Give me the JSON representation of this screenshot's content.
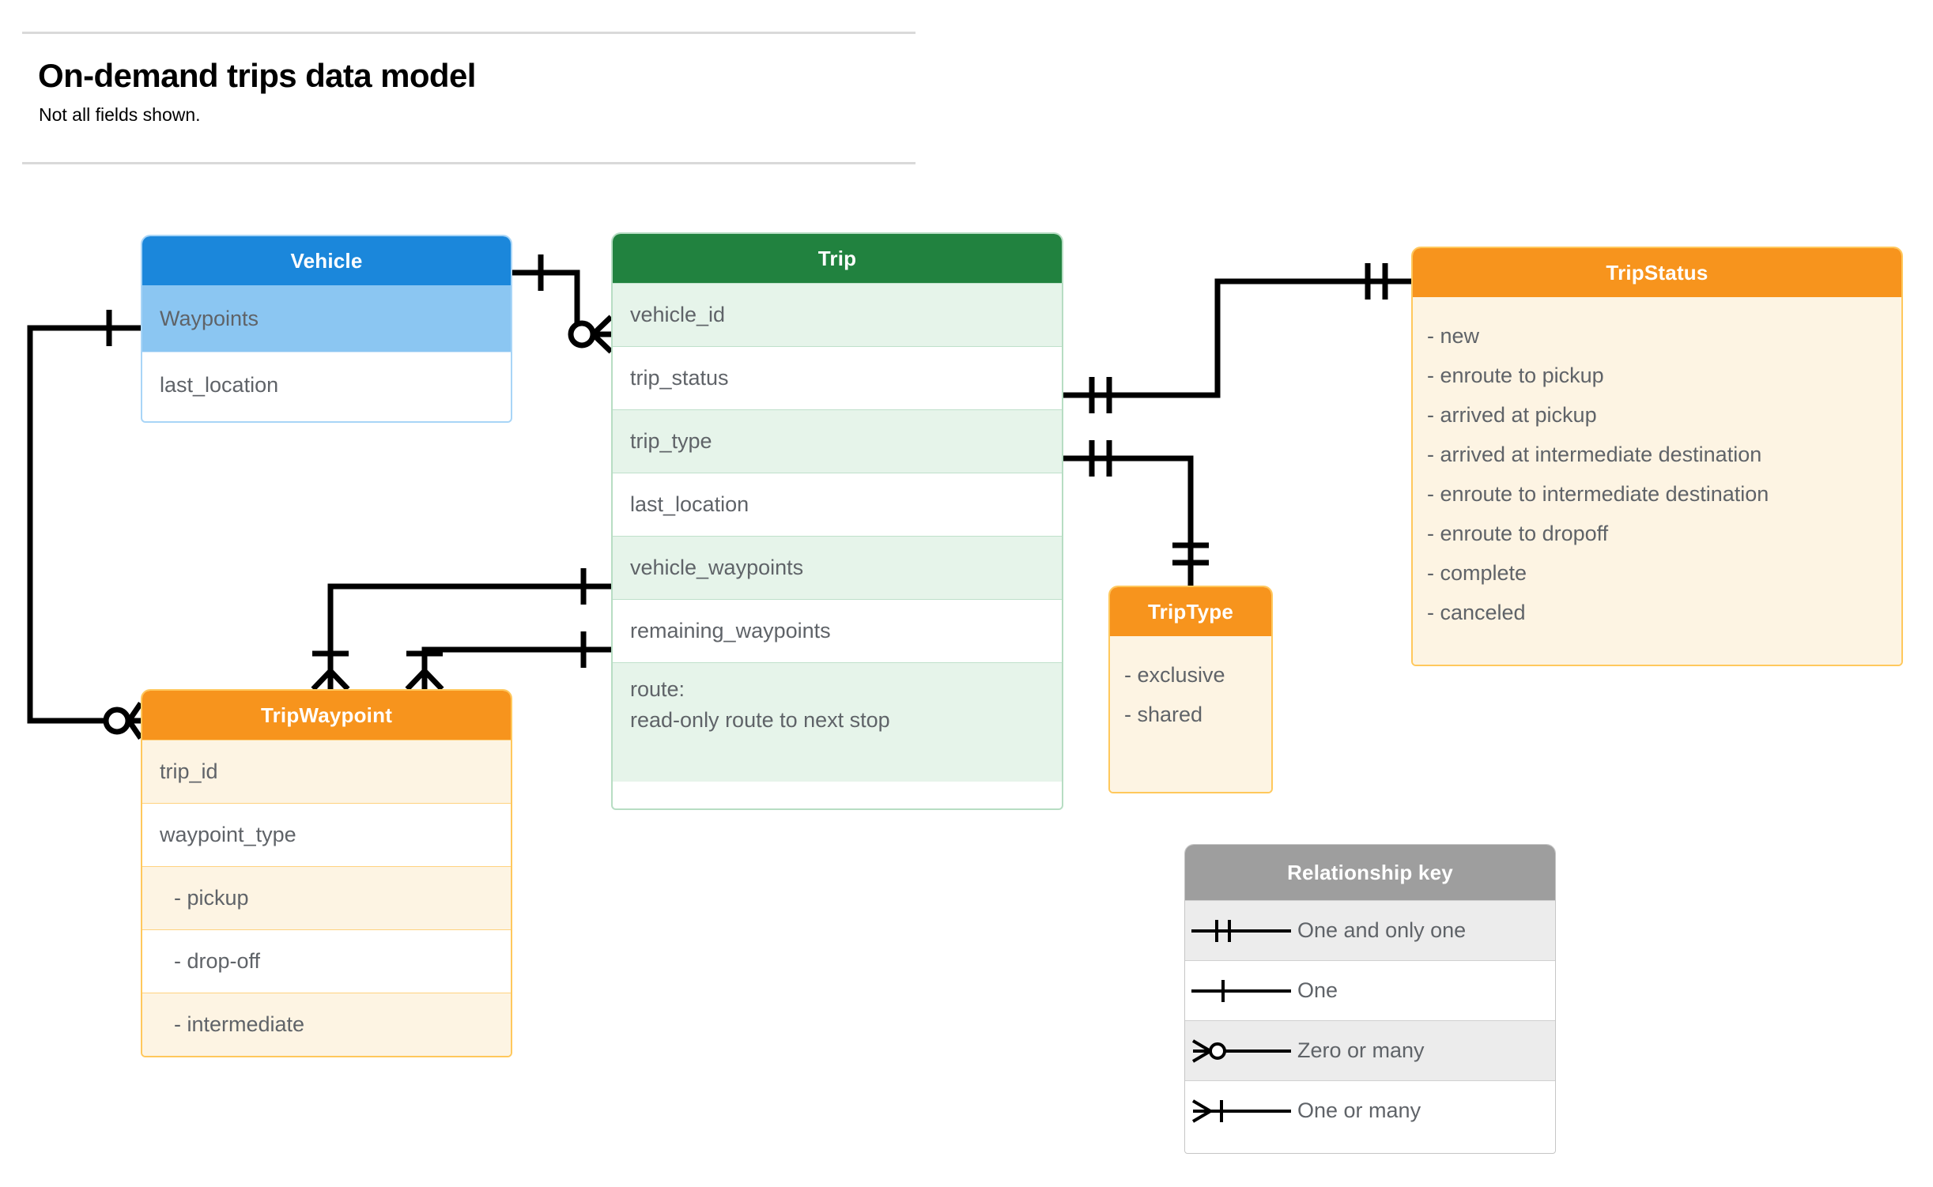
{
  "header": {
    "title": "On-demand trips data model",
    "subtitle": "Not all fields shown."
  },
  "entities": {
    "vehicle": {
      "name": "Vehicle",
      "header_color": "#1b87db",
      "rows": [
        {
          "label": "Waypoints"
        },
        {
          "label": "last_location"
        }
      ]
    },
    "trip": {
      "name": "Trip",
      "header_color": "#21823f",
      "rows": [
        {
          "label": "vehicle_id"
        },
        {
          "label": "trip_status"
        },
        {
          "label": "trip_type"
        },
        {
          "label": "last_location"
        },
        {
          "label": "vehicle_waypoints"
        },
        {
          "label": "remaining_waypoints"
        },
        {
          "label": "route:",
          "label2": "read-only route to next stop"
        }
      ]
    },
    "tripstatus": {
      "name": "TripStatus",
      "header_color": "#f7941d",
      "values": [
        "- new",
        "- enroute to pickup",
        "- arrived at pickup",
        "- arrived at intermediate destination",
        "- enroute to intermediate destination",
        "- enroute to dropoff",
        "- complete",
        "- canceled"
      ]
    },
    "triptype": {
      "name": "TripType",
      "header_color": "#f7941d",
      "values": [
        "- exclusive",
        "- shared"
      ]
    },
    "tripwaypoint": {
      "name": "TripWaypoint",
      "header_color": "#f7941d",
      "rows": [
        {
          "label": "trip_id"
        },
        {
          "label": "waypoint_type"
        },
        {
          "label": "-  pickup"
        },
        {
          "label": "-  drop-off"
        },
        {
          "label": "-  intermediate"
        }
      ]
    }
  },
  "relationship_key": {
    "title": "Relationship key",
    "header_color": "#9e9e9e",
    "items": [
      {
        "glyph": "one-and-only-one-icon",
        "label": "One and only one"
      },
      {
        "glyph": "one-icon",
        "label": "One"
      },
      {
        "glyph": "zero-or-many-icon",
        "label": "Zero or many"
      },
      {
        "glyph": "one-or-many-icon",
        "label": "One or many"
      }
    ]
  },
  "relationships": [
    {
      "from": "Vehicle.Waypoints",
      "from_card": "one",
      "to": "TripWaypoint",
      "to_card": "zero-or-many"
    },
    {
      "from": "Vehicle",
      "from_card": "one",
      "to": "Trip.vehicle_id",
      "to_card": "zero-or-many"
    },
    {
      "from": "Trip.trip_status",
      "from_card": "one-and-only-one",
      "to": "TripStatus",
      "to_card": "one-and-only-one"
    },
    {
      "from": "Trip.trip_type",
      "from_card": "one-and-only-one",
      "to": "TripType",
      "to_card": "one-and-only-one"
    },
    {
      "from": "Trip.vehicle_waypoints",
      "from_card": "one",
      "to": "TripWaypoint",
      "to_card": "one-or-many"
    },
    {
      "from": "Trip.remaining_waypoints",
      "from_card": "one",
      "to": "TripWaypoint",
      "to_card": "one-or-many"
    }
  ],
  "colors": {
    "blue_header": "#1b87db",
    "blue_row": "#8bc6f2",
    "green_header": "#21823f",
    "green_row": "#e6f4ea",
    "orange_header": "#f7941d",
    "orange_row": "#fdf4e3",
    "gray_header": "#9e9e9e",
    "text": "#5f6368",
    "line": "#000000"
  }
}
